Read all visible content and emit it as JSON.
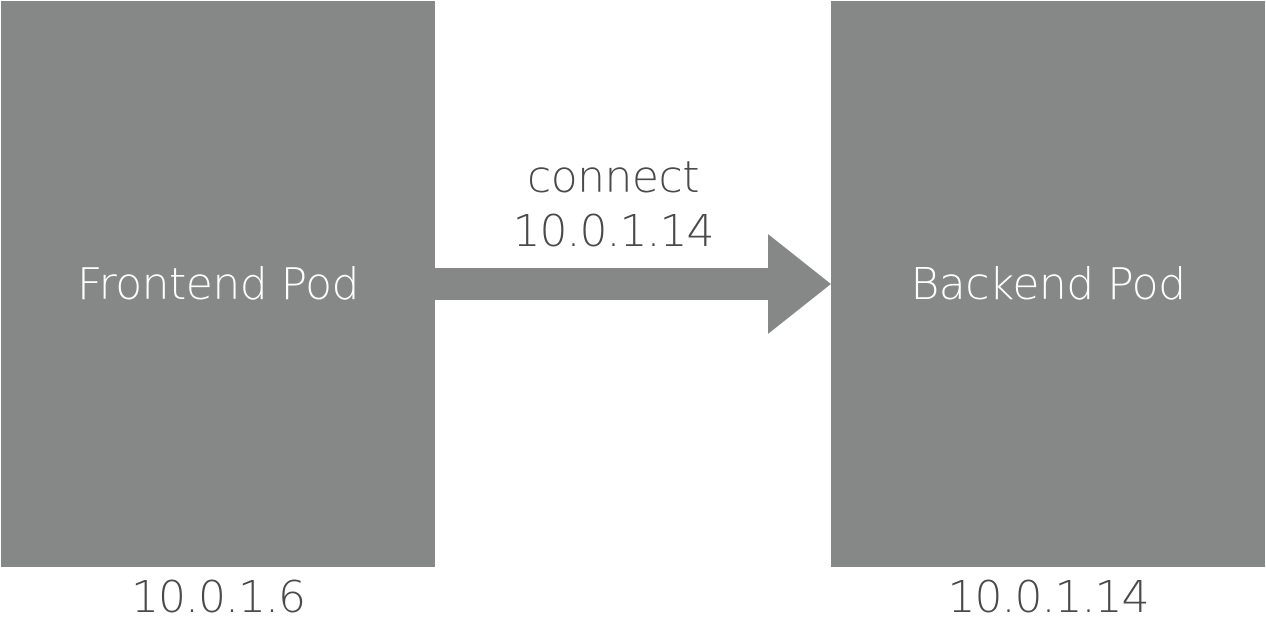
{
  "diagram": {
    "frontend": {
      "label": "Frontend Pod",
      "ip": "10.0.1.6"
    },
    "backend": {
      "label": "Backend Pod",
      "ip": "10.0.1.14"
    },
    "connection": {
      "label": "connect",
      "target_ip": "10.0.1.14"
    },
    "colors": {
      "pod_fill": "#858886",
      "arrow_fill": "#858886",
      "pod_text": "#ffffff",
      "label_text": "#4a4a4a"
    }
  }
}
